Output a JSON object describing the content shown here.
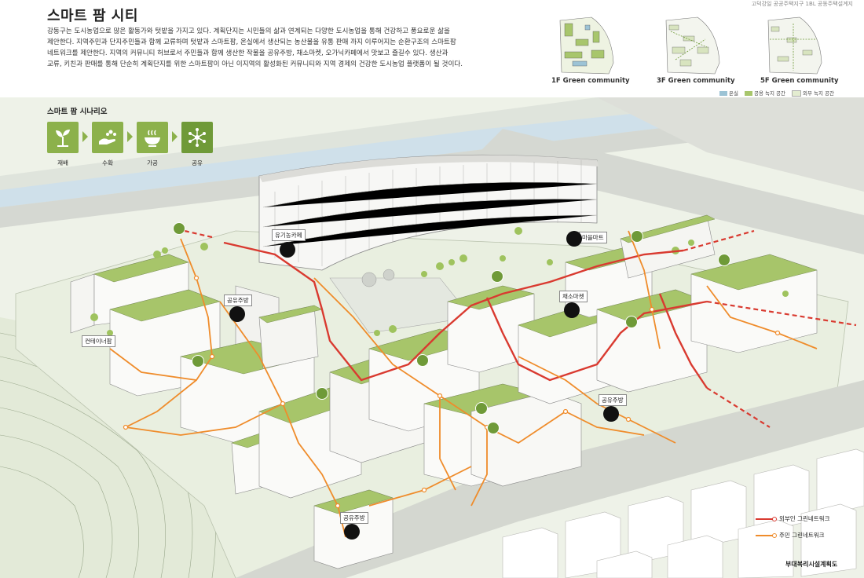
{
  "header": {
    "title": "스마트 팜 시티",
    "top_right": "고덕강일 공공주택지구 1BL 공동주택설계지",
    "description": [
      "강동구는 도시농업으로 많은 활동가와 텃밭을 가지고 있다. 계획단지는 시민들의 삶과 연계되는 다양한 도시농업을 통해 건강하고 풍요로운 삶을",
      "제안한다. 지역주민과 단지주민들과 함께 교류하며 텃밭과 스마트팜, 온실에서 생산되는 농산물을 유통 판매 까지 이루어지는 순환구조의 스마트팜",
      "네트워크를 제안한다. 지역의 커뮤니티 허브로서 주민들과 함께 생산한 작물을 공유주방, 채소마켓, 오가닉카페에서 맛보고 즐길수 있다. 생산과",
      "교류, 키친과 판매를 통해 단순히 계획단지를 위한 스마트팜이 아닌 이지역의 활성화된 커뮤니티와 지역 경제의 건강한 도시농업 플랫폼이 될 것이다."
    ]
  },
  "mini_plans": [
    {
      "label": "1F  Green community"
    },
    {
      "label": "3F  Green community"
    },
    {
      "label": "5F  Green community"
    }
  ],
  "top_legend": [
    {
      "label": "온실",
      "color": "#9cc3d5"
    },
    {
      "label": "공용 녹지 공간",
      "color": "#a8c66c"
    },
    {
      "label": "외부 녹지 공간",
      "color": "#e3ecd0"
    }
  ],
  "scenario": {
    "title": "스마트 팜 시나리오",
    "steps": [
      {
        "label": "재배",
        "icon": "sprout-icon"
      },
      {
        "label": "수확",
        "icon": "harvest-hand-icon"
      },
      {
        "label": "가공",
        "icon": "cooking-bowl-icon"
      },
      {
        "label": "공유",
        "icon": "share-network-icon"
      }
    ]
  },
  "tags": {
    "organic_cafe": "유기농카페",
    "village_mart": "마을마트",
    "shared_kitchen_1": "공유주방",
    "vegetable_market": "채소마켓",
    "container_farm": "컨테이너팜",
    "shared_kitchen_2": "공유주방",
    "shared_kitchen_3": "공유주방"
  },
  "bottom_legend": {
    "external": {
      "label": "외부인 그린네트워크",
      "color": "#d93a30"
    },
    "resident": {
      "label": "주민 그린네트워크",
      "color": "#ef8c2b"
    }
  },
  "caption": "부대복리시설계획도",
  "colors": {
    "green": "#8cb14b",
    "roof": "#a7c56a",
    "ground": "#e7eede",
    "road": "#cfd1cc"
  }
}
